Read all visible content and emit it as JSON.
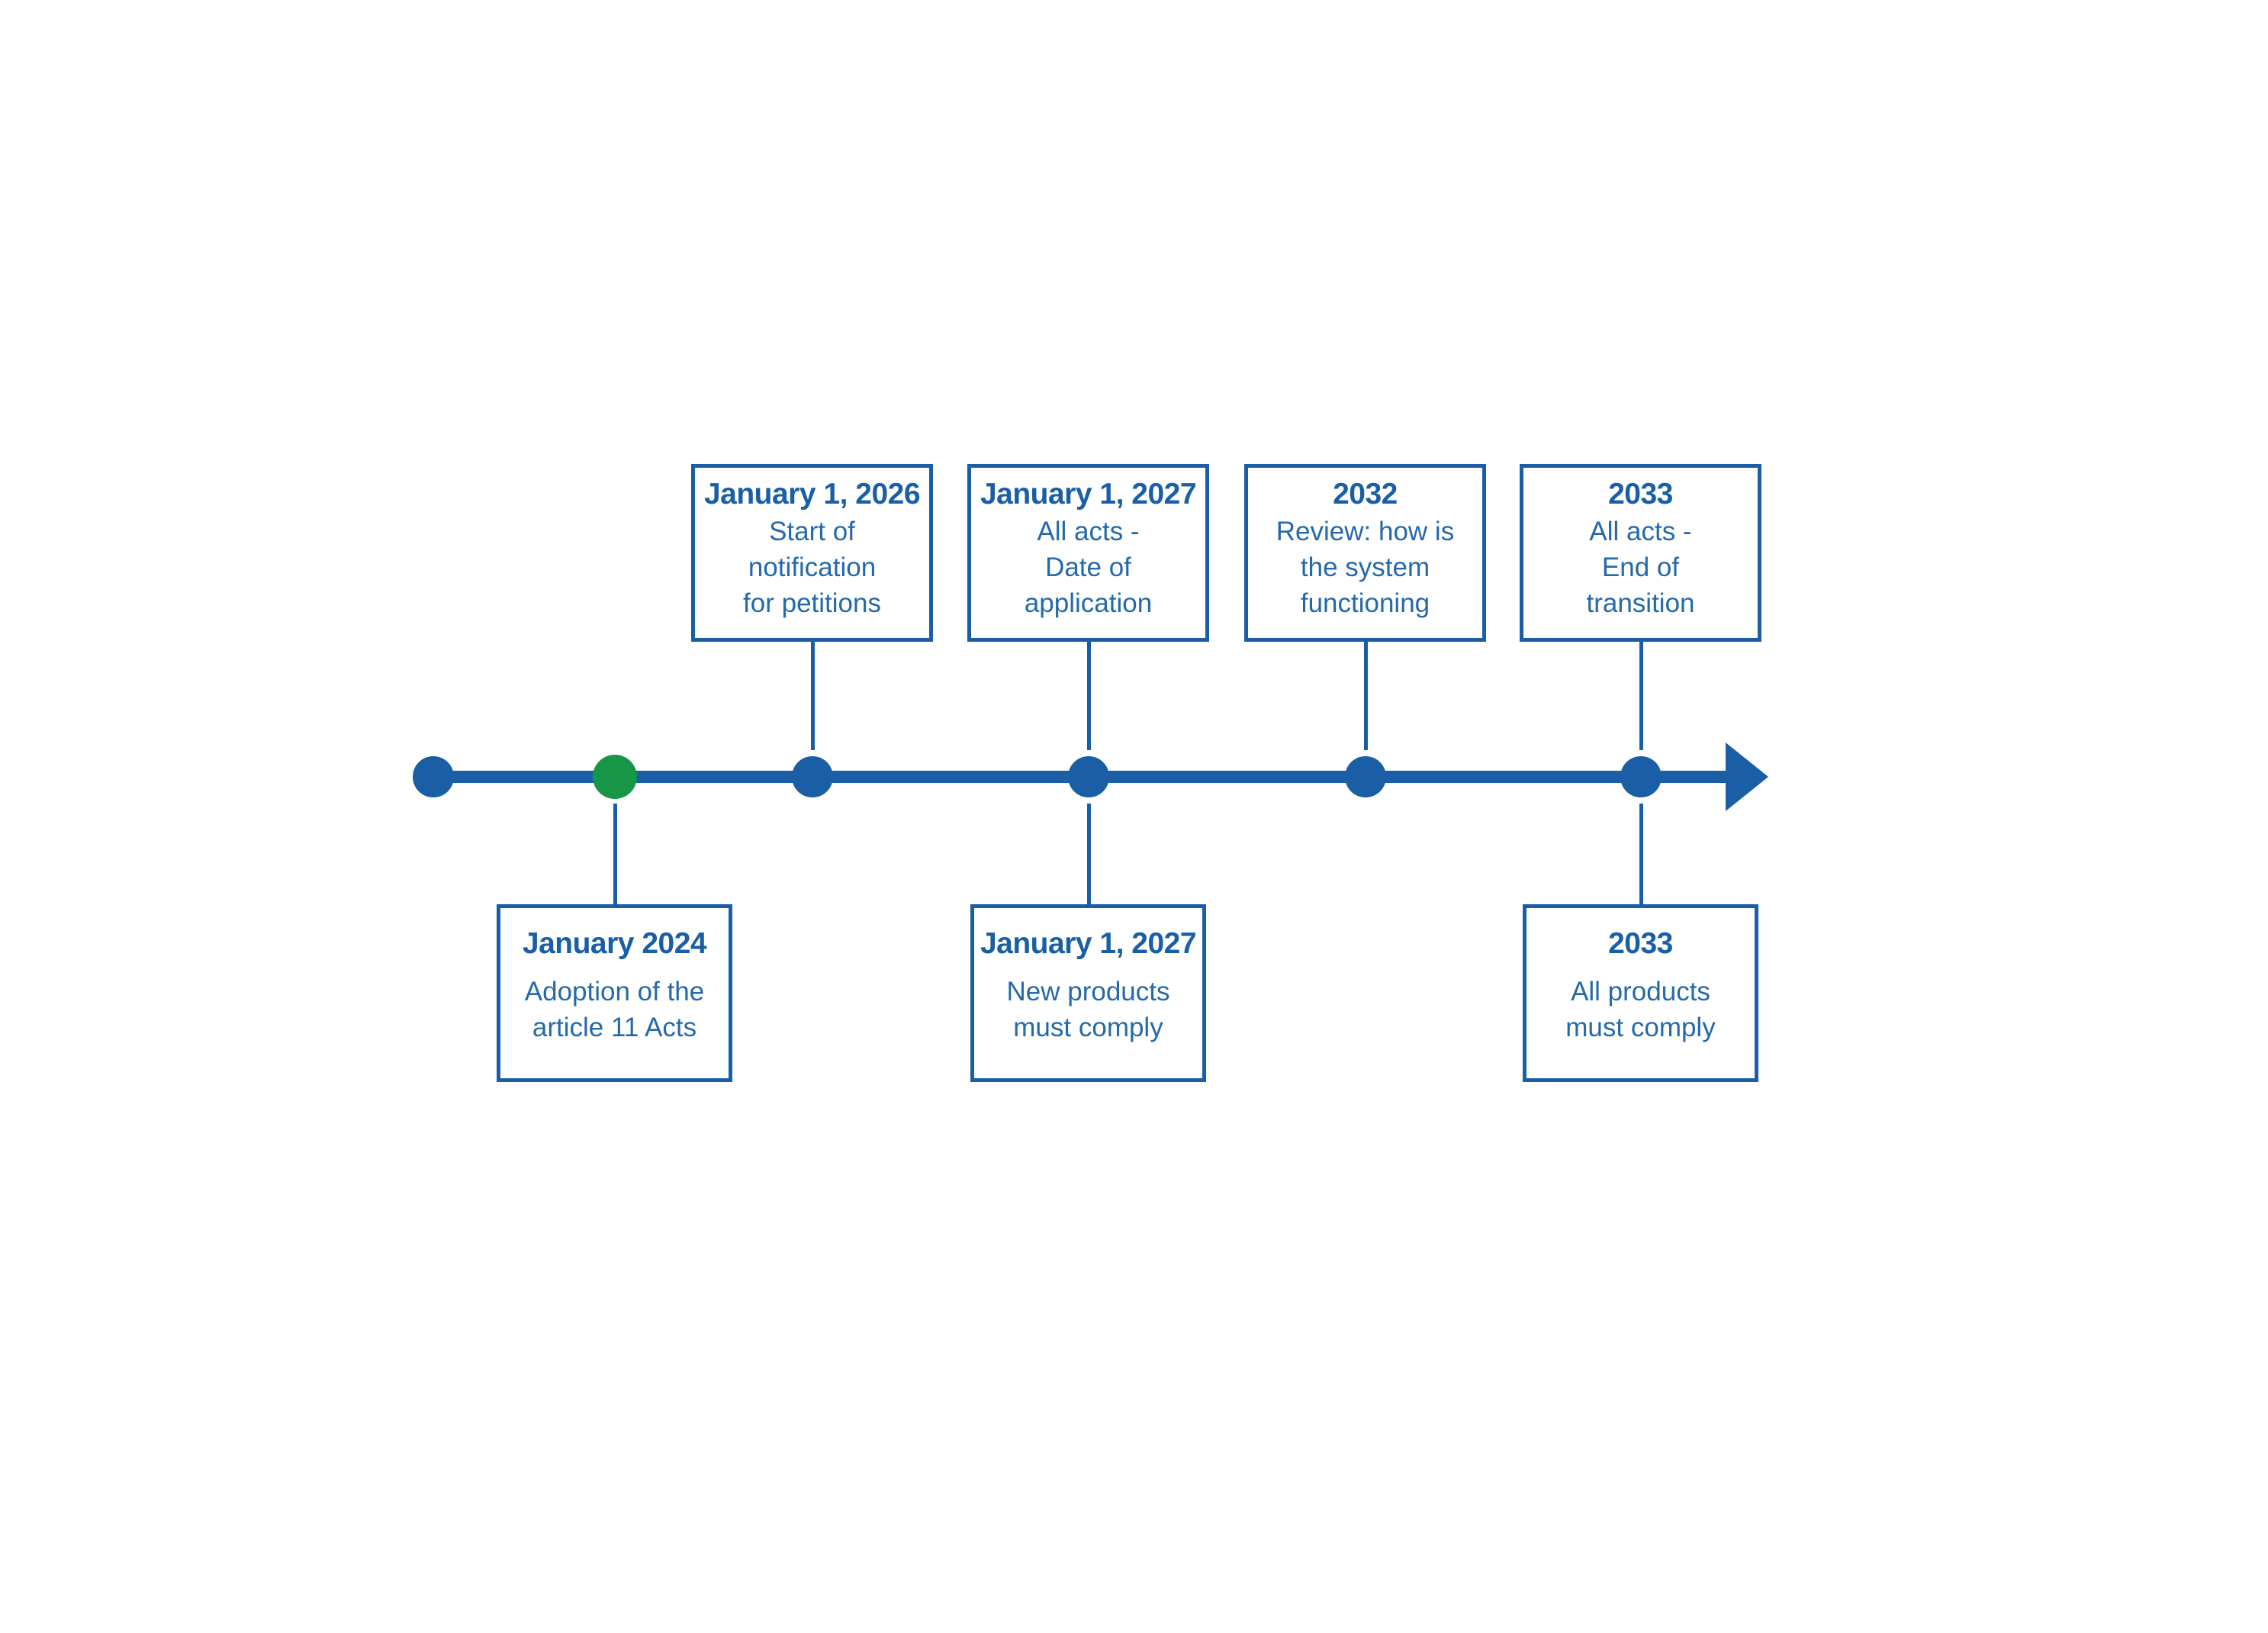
{
  "colors": {
    "primary_blue": "#1a5fa6",
    "body_blue": "#2469aa",
    "highlight_green": "#169646",
    "background": "#ffffff"
  },
  "timeline": {
    "type": "timeline",
    "direction": "left-to-right",
    "axis_style": "solid-arrow-right",
    "dots": [
      {
        "color": "blue",
        "label": ""
      },
      {
        "color": "green",
        "label": "January 2024"
      },
      {
        "color": "blue",
        "label": "January 1, 2026"
      },
      {
        "color": "blue",
        "label": "January 1, 2027"
      },
      {
        "color": "blue",
        "label": "2032"
      },
      {
        "color": "blue",
        "label": "2033"
      }
    ]
  },
  "boxes_above": [
    {
      "title": "January 1, 2026",
      "lines": [
        "Start of",
        "notification",
        "for petitions"
      ]
    },
    {
      "title": "January 1, 2027",
      "lines": [
        "All acts -",
        "Date of",
        "application"
      ]
    },
    {
      "title": "2032",
      "lines": [
        "Review: how is",
        "the system",
        "functioning"
      ]
    },
    {
      "title": "2033",
      "lines": [
        "All acts -",
        "End of",
        "transition"
      ]
    }
  ],
  "boxes_below": [
    {
      "title": "January 2024",
      "lines": [
        "Adoption of the",
        "article 11 Acts"
      ]
    },
    {
      "title": "January 1, 2027",
      "lines": [
        "New products",
        "must comply"
      ]
    },
    {
      "title": "2033",
      "lines": [
        "All products",
        "must comply"
      ]
    }
  ]
}
